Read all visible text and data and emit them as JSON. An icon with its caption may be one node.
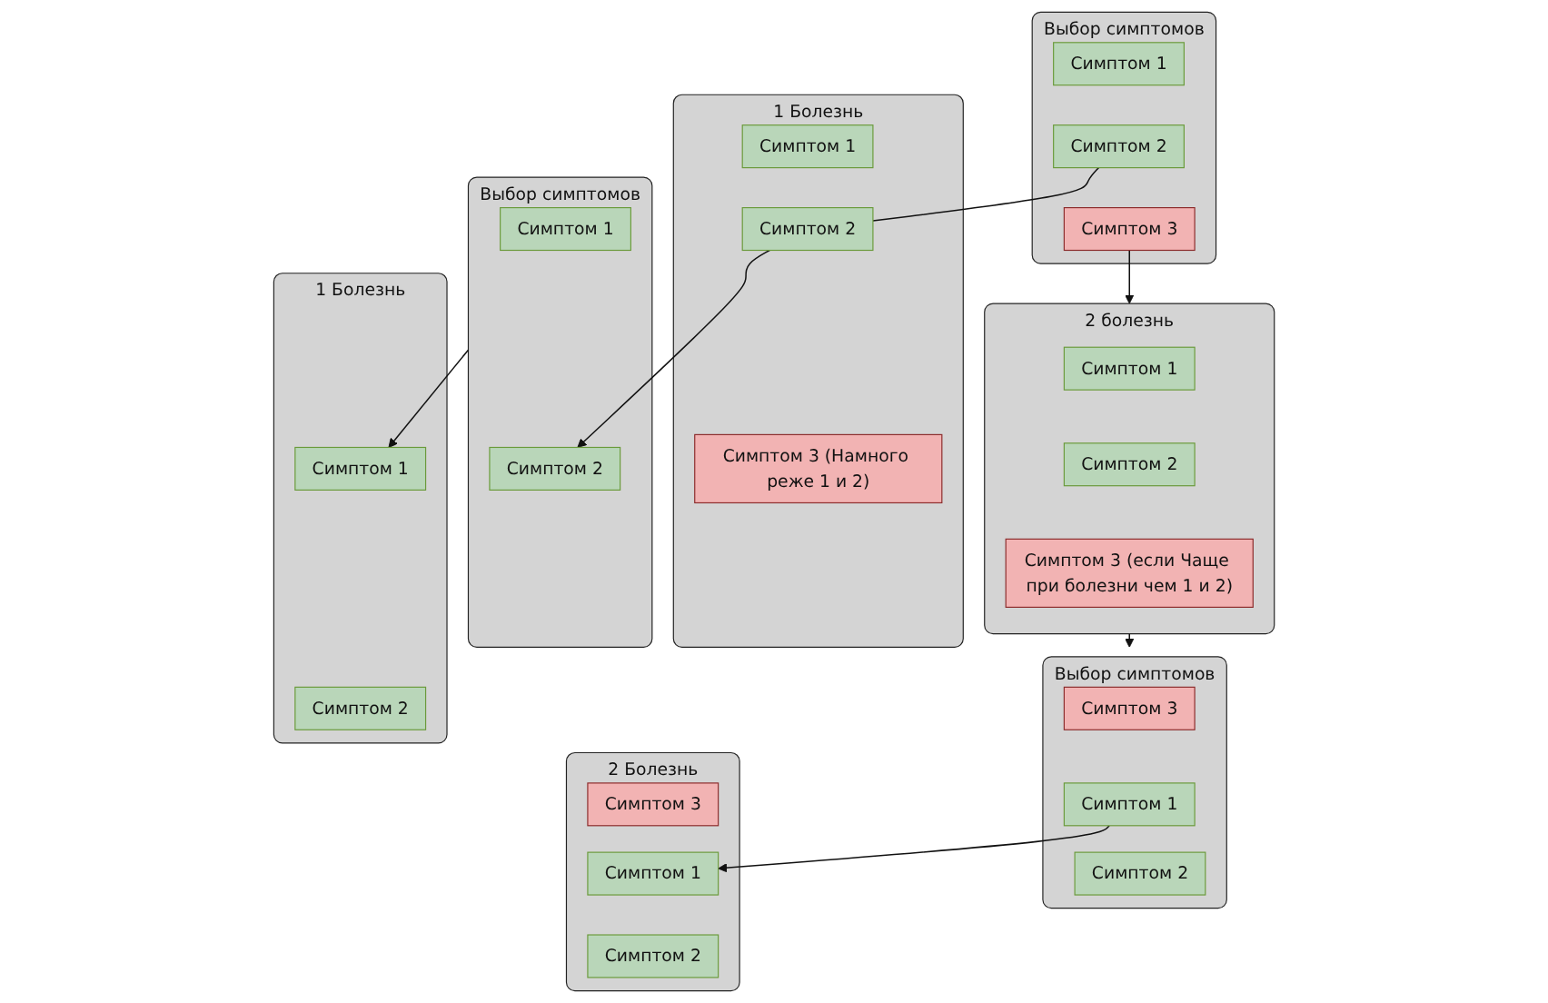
{
  "diagram": {
    "nodes": [
      {
        "text": [
          "Выбор симптомов"
        ]
      },
      {
        "text": [
          "Симптом 1"
        ],
        "in": 0
      },
      {
        "text": [
          "Симптом 2"
        ],
        "in": 0
      },
      {
        "text": [
          "Симптом 3"
        ],
        "in": 0
      },
      {
        "text": [
          "1 Болезнь"
        ]
      },
      {
        "text": [
          "Симптом 1"
        ],
        "in": 4
      },
      {
        "text": [
          "Симптом 2"
        ],
        "in": 4
      },
      {
        "text": [
          "Симптом 3 (Намного реже 1 и 2)"
        ],
        "in": 4
      },
      {
        "text": [
          "Выбор симптомов"
        ]
      },
      {
        "text": [
          "Симптом 1"
        ],
        "in": 8
      },
      {
        "text": [
          "Симптом 2"
        ],
        "in": 8
      },
      {
        "text": [
          "1 Болезнь"
        ]
      },
      {
        "text": [
          "Симптом 1"
        ],
        "in": 11
      },
      {
        "text": [
          "Симптом 2"
        ],
        "in": 11
      },
      {
        "text": [
          "2 болезнь"
        ]
      },
      {
        "text": [
          "Симптом 1"
        ],
        "in": 14
      },
      {
        "text": [
          "Симптом 2"
        ],
        "in": 14
      },
      {
        "text": [
          "Симптом 3 (если Чаще при болезни чем 1 и 2)"
        ],
        "in": 14
      },
      {
        "text": [
          "Выбор симптомов"
        ]
      },
      {
        "text": [
          "Симптом 3"
        ],
        "in": 18
      },
      {
        "text": [
          "Симптом 1"
        ],
        "in": 18
      },
      {
        "text": [
          "Симптом 2"
        ],
        "in": 18
      },
      {
        "text": [
          "2 Болезнь"
        ]
      },
      {
        "text": [
          "Симптом 3"
        ],
        "in": 22
      },
      {
        "text": [
          "Симптом 1"
        ],
        "in": 22
      },
      {
        "text": [
          "Симптом 2"
        ],
        "in": 22
      }
    ],
    "edges": [
      {
        "from": 2,
        "to": 6,
        "arrow": "none"
      },
      {
        "from": 6,
        "to": 10,
        "arrow": "to"
      },
      {
        "from": 3,
        "to": 14,
        "arrow": "to"
      },
      {
        "from": 8,
        "to": 12,
        "arrow": "to"
      },
      {
        "from": 14,
        "to": 18,
        "arrow": "to"
      },
      {
        "from": 20,
        "to": 24,
        "arrow": "to"
      }
    ]
  }
}
